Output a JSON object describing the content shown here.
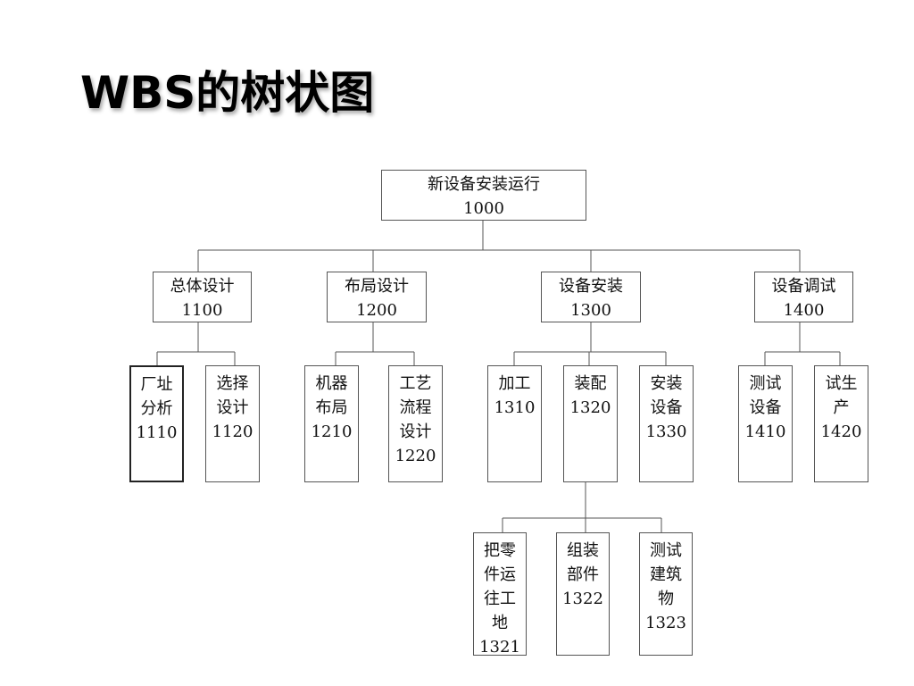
{
  "title": "WBS的树状图",
  "nodes": {
    "root": {
      "label": "新设备安装运行",
      "code": "1000"
    },
    "n1100": {
      "label": "总体设计",
      "code": "1100"
    },
    "n1200": {
      "label": "布局设计",
      "code": "1200"
    },
    "n1300": {
      "label": "设备安装",
      "code": "1300"
    },
    "n1400": {
      "label": "设备调试",
      "code": "1400"
    },
    "n1110": {
      "label": "厂址分析",
      "code": "1110"
    },
    "n1120": {
      "label": "选择设计",
      "code": "1120"
    },
    "n1210": {
      "label": "机器布局",
      "code": "1210"
    },
    "n1220": {
      "label": "工艺流程设计",
      "code": "1220"
    },
    "n1310": {
      "label": "加工",
      "code": "1310"
    },
    "n1320": {
      "label": "装配",
      "code": "1320"
    },
    "n1330": {
      "label": "安装设备",
      "code": "1330"
    },
    "n1410": {
      "label": "测试设备",
      "code": "1410"
    },
    "n1420": {
      "label": "试生产",
      "code": "1420"
    },
    "n1321": {
      "label": "把零件运往工地",
      "code": "1321"
    },
    "n1322": {
      "label": "组装部件",
      "code": "1322"
    },
    "n1323": {
      "label": "测试建筑物",
      "code": "1323"
    }
  }
}
